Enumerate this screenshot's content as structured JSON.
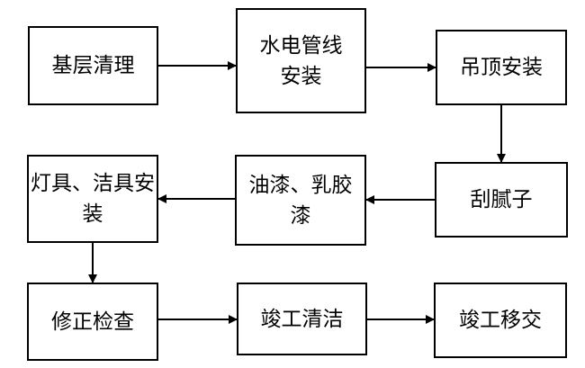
{
  "diagram": {
    "type": "flowchart",
    "nodes": [
      {
        "id": "jiceng",
        "label": "基层清理"
      },
      {
        "id": "shuidian",
        "label": "水电管线安装"
      },
      {
        "id": "diaoding",
        "label": "吊顶安装"
      },
      {
        "id": "guanizi",
        "label": "刮腻子"
      },
      {
        "id": "youqi",
        "label": "油漆、乳胶漆"
      },
      {
        "id": "dengju",
        "label": "灯具、洁具安装"
      },
      {
        "id": "xiuzheng",
        "label": "修正检查"
      },
      {
        "id": "qingjie",
        "label": "竣工清洁"
      },
      {
        "id": "yijiao",
        "label": "竣工移交"
      }
    ],
    "edges": [
      {
        "from": "jiceng",
        "to": "shuidian"
      },
      {
        "from": "shuidian",
        "to": "diaoding"
      },
      {
        "from": "diaoding",
        "to": "guanizi"
      },
      {
        "from": "guanizi",
        "to": "youqi"
      },
      {
        "from": "youqi",
        "to": "dengju"
      },
      {
        "from": "dengju",
        "to": "xiuzheng"
      },
      {
        "from": "xiuzheng",
        "to": "qingjie"
      },
      {
        "from": "qingjie",
        "to": "yijiao"
      }
    ],
    "colors": {
      "line": "#000000",
      "box_fill": "#ffffff",
      "text": "#000000"
    }
  }
}
